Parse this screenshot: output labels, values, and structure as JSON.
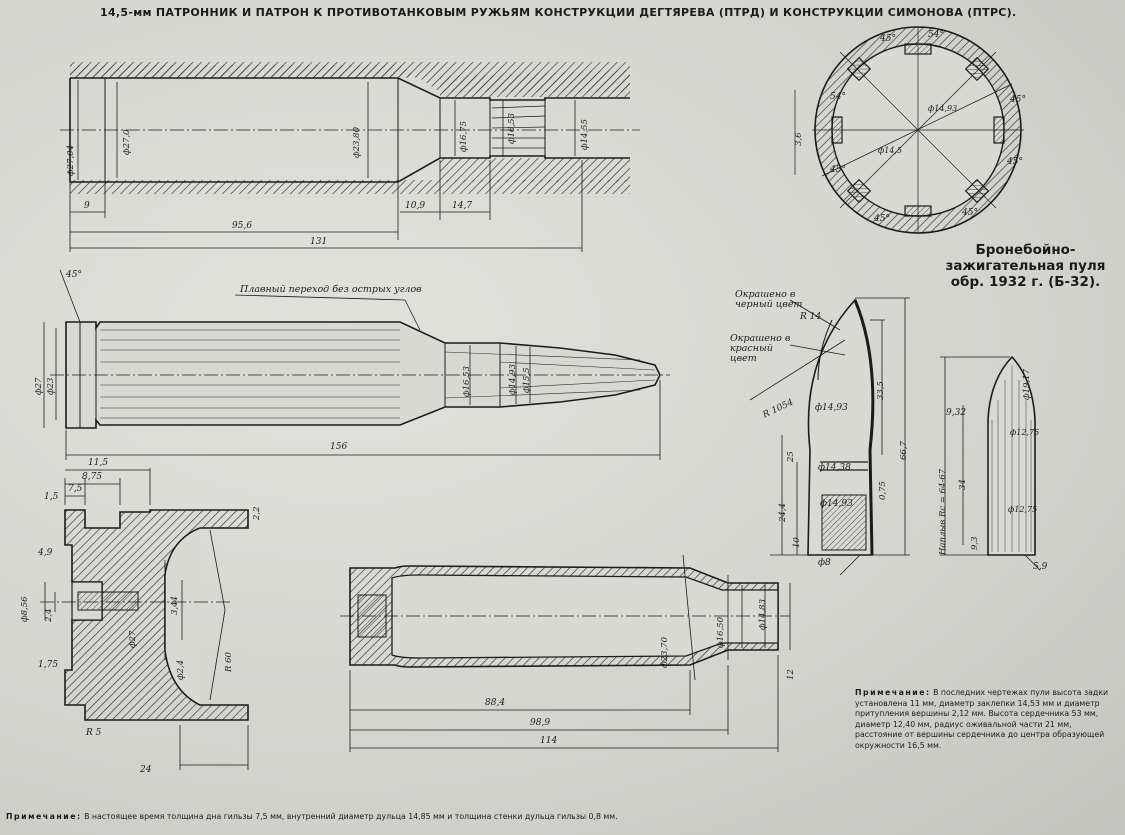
{
  "title": "14,5-мм ПАТРОННИК И ПАТРОН К ПРОТИВОТАНКОВЫМ РУЖЬЯМ КОНСТРУКЦИИ ДЕГТЯРЕВА (ПТРД) И КОНСТРУКЦИИ СИМОНОВА (ПТРС).",
  "bullet_title": "Бронебойно-зажигательная пуля обр. 1932 г. (Б-32).",
  "labels": {
    "smooth_transition": "Плавный переход без острых углов",
    "painted_black": "Окрашено в черный цвет",
    "painted_red": "Окрашено в красный цвет"
  },
  "chamber_dims": {
    "d1": "ф27,04",
    "d2": "ф27,0",
    "d3": "ф23,80",
    "d4": "ф16,75",
    "d5": "ф16,53",
    "d6": "ф14,55",
    "l1": "9",
    "l2": "95,6",
    "l3": "10,9",
    "l4": "14,7",
    "l5": "131"
  },
  "cartridge_dims": {
    "angle": "45°",
    "d1": "ф27",
    "d2": "ф23",
    "d3": "ф16,53",
    "d4": "ф14,93",
    "d5": "ф15,5",
    "length": "156"
  },
  "base_dims": {
    "a": "11,5",
    "b": "8,75",
    "c": "7,5",
    "d": "1,5",
    "e": "4,9",
    "f": "ф8,56",
    "g": "2,4",
    "h": "1,75",
    "i": "ф27",
    "j": "ф2,4",
    "k": "R 60",
    "m": "3,44",
    "n": "R 5",
    "p": "2,2",
    "w": "24"
  },
  "case_dims": {
    "d1": "ф23,70",
    "d2": "ф16,50",
    "d3": "ф14,83",
    "l1": "88,4",
    "l2": "98,9",
    "l3": "114",
    "wall": "12"
  },
  "bullet_dims": {
    "r1": "R 14",
    "r2": "R 1054",
    "d1": "ф14,93",
    "d2": "ф14,38",
    "d3": "ф14,93",
    "d4": "ф8",
    "h1": "33,5",
    "h2": "66,7",
    "s1": "25",
    "s2": "24,4",
    "s3": "10",
    "s4": "0,75",
    "core_a": "9,32",
    "core_b": "ф12,75",
    "core_c": "34",
    "core_d": "9,3",
    "core_e": "ф12,75",
    "core_f": "5,9",
    "core_g": "ф19,17",
    "core_hardness": "Наплыв Rc = 64-67"
  },
  "section_angles": [
    "54°",
    "45°",
    "45°",
    "45°",
    "45°",
    "45°",
    "54°",
    "45°"
  ],
  "section_dims": {
    "d1": "ф14,93",
    "d2": "ф14,5",
    "d3": "3,6"
  },
  "note_right": {
    "head": "Примечание:",
    "body": "В последних чертежах пули высота задки установлена 11 мм, диаметр заклепки 14,53 мм и диаметр притупления вершины 2,12 мм. Высота сердечника 53 мм, диаметр 12,40 мм, радиус оживальной части 21 мм, расстояние от вершины сердечника до центра образующей окружности 16,5 мм."
  },
  "note_bottom": {
    "head": "Примечание:",
    "body": "В настоящее время толщина дна гильзы 7,5 мм, внутренний диаметр дульца 14,85 мм и толщина стенки дульца гильзы 0,8 мм."
  },
  "colors": {
    "paper": "#d7d7d2",
    "ink": "#1b1b1b",
    "hatch": "#3a3a3a"
  }
}
